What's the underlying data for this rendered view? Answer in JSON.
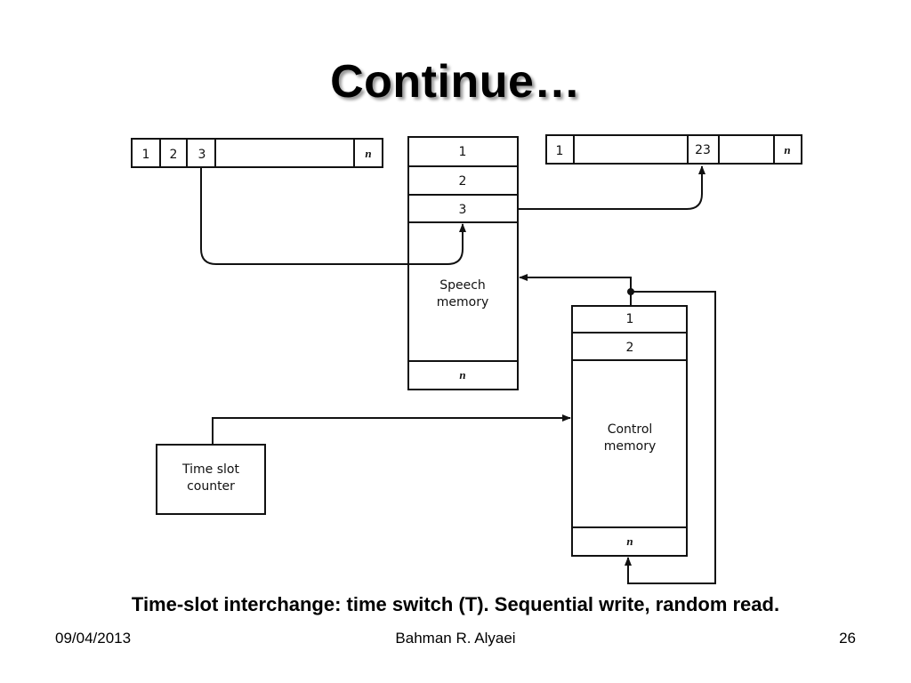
{
  "slide": {
    "title": "Continue…",
    "caption": "Time-slot interchange: time switch (T). Sequential write, random read.",
    "date": "09/04/2013",
    "author": "Bahman R. Alyaei",
    "page": "26"
  },
  "diagram": {
    "input_frame": [
      "1",
      "2",
      "3",
      "n"
    ],
    "output_frame": [
      "1",
      "23",
      "n"
    ],
    "speech_memory": {
      "slots": [
        "1",
        "2",
        "3",
        "n"
      ],
      "label_line1": "Speech",
      "label_line2": "memory"
    },
    "control_memory": {
      "slots": [
        "1",
        "2",
        "n"
      ],
      "label_line1": "Control",
      "label_line2": "memory"
    },
    "counter": {
      "label_line1": "Time slot",
      "label_line2": "counter"
    }
  }
}
